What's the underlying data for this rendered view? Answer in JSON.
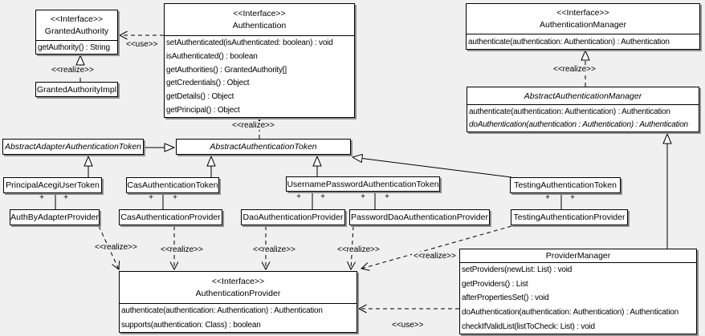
{
  "diagram": {
    "label_use": "<<use>>",
    "label_realize": "<<realize>>",
    "multiplicity_plus": "+"
  },
  "classes": {
    "granted_authority": {
      "stereotype": "<<Interface>>",
      "name": "GrantedAuthority",
      "methods": [
        "getAuthority() : String"
      ]
    },
    "granted_authority_impl": {
      "name": "GrantedAuthorityImpl"
    },
    "authentication": {
      "stereotype": "<<Interface>>",
      "name": "Authentication",
      "methods": [
        "setAuthenticated(isAuthenticated: boolean) : void",
        "isAuthenticated() : boolean",
        "getAuthorities() : GrantedAuthority[]",
        "getCredentials() : Object",
        "getDetails() : Object",
        "getPrincipal() : Object"
      ]
    },
    "authentication_manager": {
      "stereotype": "<<Interface>>",
      "name": "AuthenticationManager",
      "methods": [
        "authenticate(authentication: Authentication) : Authentication"
      ]
    },
    "abstract_authentication_manager": {
      "name": "AbstractAuthenticationManager",
      "methods": [
        "authenticate(authentication: Authentication) : Authentication",
        "doAuthentication(authentication : Authentication) : Authentication"
      ]
    },
    "abstract_adapter_authentication_token": {
      "name": "AbstractAdapterAuthenticationToken"
    },
    "abstract_authentication_token": {
      "name": "AbstractAuthenticationToken"
    },
    "principal_acegi_user_token": {
      "name": "PrincipalAcegiUserToken"
    },
    "cas_authentication_token": {
      "name": "CasAuthenticationToken"
    },
    "username_password_authentication_token": {
      "name": "UsernamePasswordAuthenticationToken"
    },
    "testing_authentication_token": {
      "name": "TestingAuthenticationToken"
    },
    "auth_by_adapter_provider": {
      "name": "AuthByAdapterProvider"
    },
    "cas_authentication_provider": {
      "name": "CasAuthenticationProvider"
    },
    "dao_authentication_provider": {
      "name": "DaoAuthenticationProvider"
    },
    "password_dao_authentication_provider": {
      "name": "PasswordDaoAuthenticationProvider"
    },
    "testing_authentication_provider": {
      "name": "TestingAuthenticationProvider"
    },
    "authentication_provider": {
      "stereotype": "<<Interface>>",
      "name": "AuthenticationProvider",
      "methods": [
        "authenticate(authentication: Authentication) : Authentication",
        "supports(authentication: Class) : boolean"
      ]
    },
    "provider_manager": {
      "name": "ProviderManager",
      "methods": [
        "setProviders(newList: List) : void",
        "getProviders() : List",
        "afterPropertiesSet() : void",
        "doAuthentication(authentication: Authentication) : Authentication",
        "checkIfValidList(listToCheck: List) : void"
      ]
    }
  }
}
